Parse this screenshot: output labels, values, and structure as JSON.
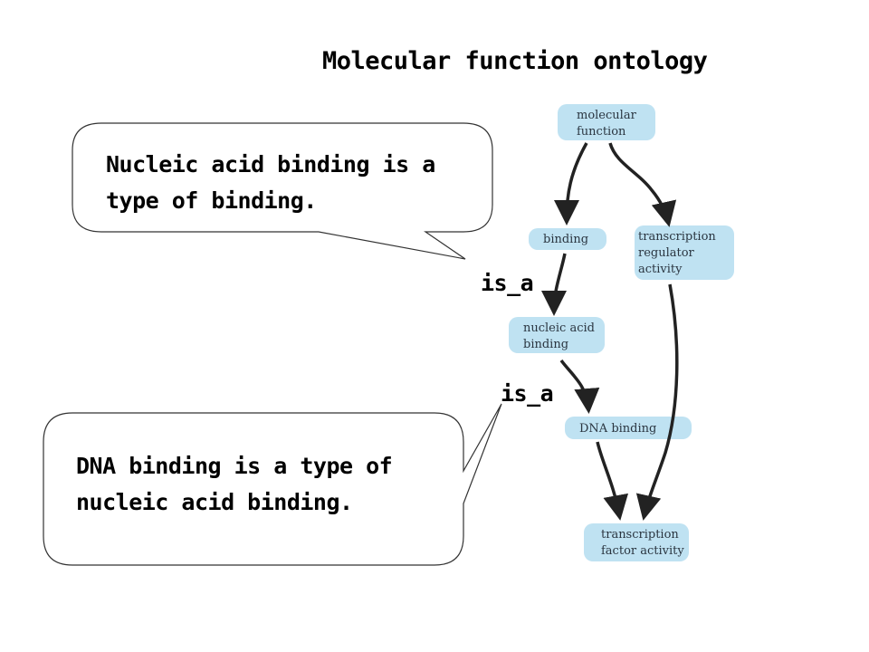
{
  "title": "Molecular function ontology",
  "callouts": [
    {
      "text": "Nucleic acid binding is a type of binding."
    },
    {
      "text": "DNA binding is a type of nucleic acid binding."
    }
  ],
  "edge_labels": [
    "is_a",
    "is_a"
  ],
  "nodes": {
    "molecular_function": [
      "molecular",
      "function"
    ],
    "binding": [
      "binding"
    ],
    "transcription_regulator_activity": [
      "transcription",
      "regulator",
      "activity"
    ],
    "nucleic_acid_binding": [
      "nucleic acid",
      "binding"
    ],
    "dna_binding": [
      "DNA binding"
    ],
    "transcription_factor_activity": [
      "transcription",
      "factor activity"
    ]
  },
  "colors": {
    "node_fill": "#bfe2f2",
    "arrow": "#222222",
    "callout_border": "#333333"
  }
}
